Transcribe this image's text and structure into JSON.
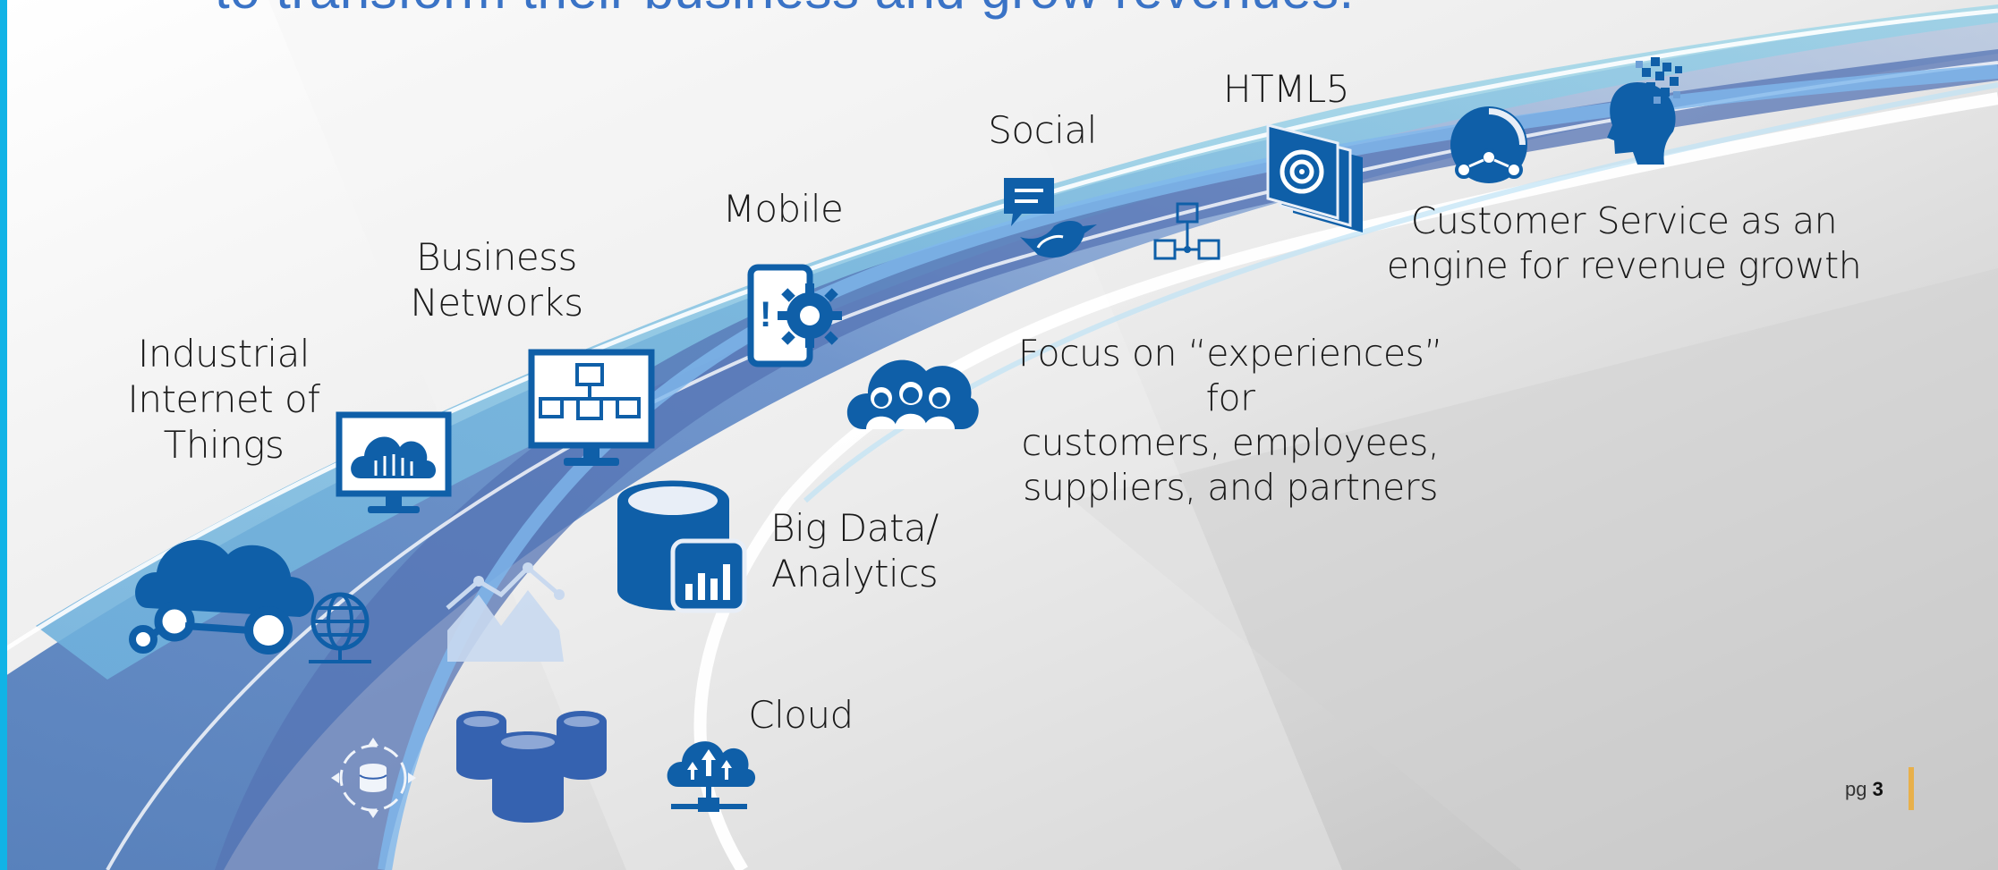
{
  "slide": {
    "headline": "to transform their business and grow revenues.",
    "page_prefix": "pg",
    "page_number": "3"
  },
  "labels": {
    "iiot": "Industrial\nInternet of\nThings",
    "business_networks": "Business\nNetworks",
    "mobile": "Mobile",
    "social": "Social",
    "html5": "HTML5",
    "customer_service": "Customer Service as an\nengine for revenue growth",
    "focus": "Focus on “experiences” for\ncustomers, employees,\nsuppliers, and partners",
    "big_data": "Big Data/\nAnalytics",
    "cloud": "Cloud"
  },
  "icons": [
    "cloud-network-icon",
    "globe-network-icon",
    "monitor-cloud-icon",
    "business-network-icon",
    "mountain-chart-icon",
    "database-analytics-icon",
    "mobile-gear-icon",
    "people-cloud-icon",
    "database-cluster-icon",
    "data-sync-icon",
    "cloud-upload-icon",
    "chat-bird-icon",
    "network-nodes-icon",
    "html5-target-icon",
    "pie-chart-nodes-icon",
    "head-pixel-icon"
  ],
  "colors": {
    "accent_bar": "#11b3e6",
    "icon_blue": "#0f5fa8",
    "title_blue": "#3a73c6",
    "page_marker": "#e8b04a"
  }
}
